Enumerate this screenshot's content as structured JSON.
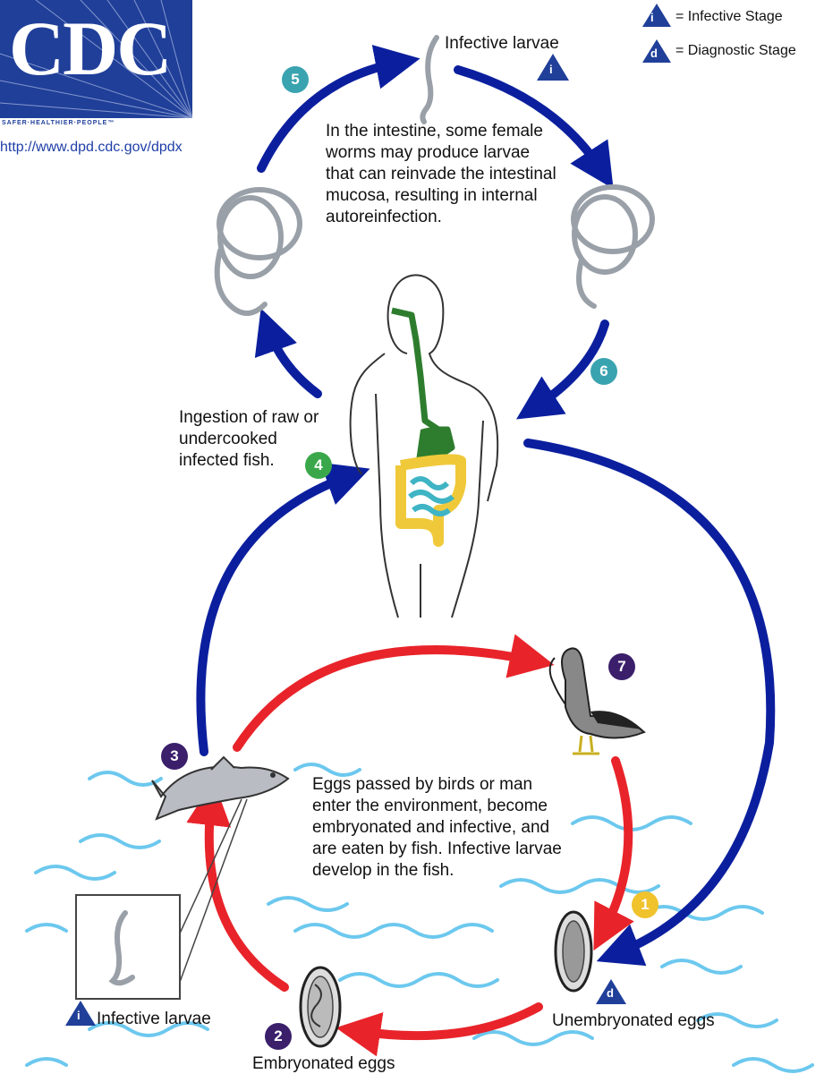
{
  "logo": {
    "text": "CDC",
    "tagline": "SAFER·HEALTHIER·PEOPLE™",
    "url": "http://www.dpd.cdc.gov/dpdx",
    "color": "#1f3f99"
  },
  "legend": {
    "infective_symbol": "i",
    "infective_label": "= Infective Stage",
    "diagnostic_symbol": "d",
    "diagnostic_label": "= Diagnostic Stage"
  },
  "labels": {
    "infective_larvae_top": "Infective larvae",
    "autoinfection_note": "In the intestine, some female worms may produce larvae that can reinvade the intestinal mucosa, resulting in internal autoreinfection.",
    "ingestion_note": "Ingestion of raw or undercooked infected fish.",
    "eggs_note": "Eggs passed by birds or man enter the environment, become embryonated and infective, and are eaten by fish.  Infective larvae develop in the fish.",
    "infective_larvae_box": "Infective larvae",
    "unembryonated_eggs": "Unembryonated eggs",
    "embryonated_eggs": "Embryonated eggs"
  },
  "steps": [
    {
      "n": "1",
      "color": "#f0c22c"
    },
    {
      "n": "2",
      "color": "#3b1f6b"
    },
    {
      "n": "3",
      "color": "#3b1f6b"
    },
    {
      "n": "4",
      "color": "#3aa84a"
    },
    {
      "n": "5",
      "color": "#3aa3b0"
    },
    {
      "n": "6",
      "color": "#3aa3b0"
    },
    {
      "n": "7",
      "color": "#3b1f6b"
    }
  ],
  "stage_markers": {
    "top": "i",
    "box": "i",
    "eggs": "d"
  },
  "colors": {
    "blue_arrow": "#0b1f9e",
    "red_arrow": "#e8242a",
    "water": "#6cc8ee",
    "gut_green": "#2e7d2e",
    "gut_yellow": "#f0c93a",
    "gut_teal": "#3fb4c4",
    "marker": "#1f3f99"
  }
}
